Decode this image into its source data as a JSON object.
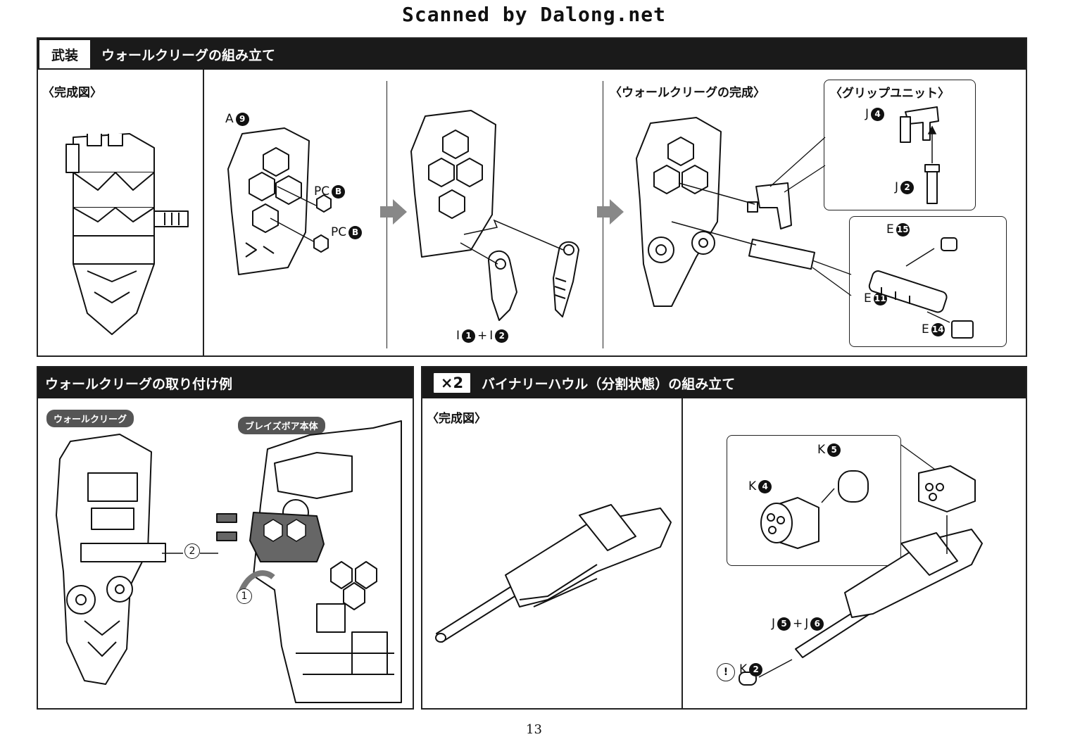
{
  "watermark": "Scanned by Dalong.net",
  "page_number": "13",
  "section1": {
    "tag": "武装",
    "title": "ウォールクリーグの組み立て",
    "complete_label": "〈完成図〉",
    "weapon_complete_label": "〈ウォールクリーグの完成〉",
    "grip_unit_label": "〈グリップユニット〉",
    "parts": {
      "a9": "A",
      "a9_num": "9",
      "pc_b1": "PC",
      "pc_b1_num": "B",
      "pc_b2": "PC",
      "pc_b2_num": "B",
      "i_combo_a": "I",
      "i_combo_a_num": "1",
      "i_plus": "+",
      "i_combo_b": "I",
      "i_combo_b_num": "2",
      "j4": "J",
      "j4_num": "4",
      "j2": "J",
      "j2_num": "2",
      "e15": "E",
      "e15_num": "15",
      "e11": "E",
      "e11_num": "11",
      "e14": "E",
      "e14_num": "14"
    }
  },
  "section2": {
    "title": "ウォールクリーグの取り付け例",
    "pill_weapon": "ウォールクリーグ",
    "pill_body": "ブレイズボア本体",
    "step1": "1",
    "step2": "2"
  },
  "section3": {
    "tag": "×2",
    "title": "バイナリーハウル（分割状態）の組み立て",
    "complete_label": "〈完成図〉",
    "parts": {
      "k5": "K",
      "k5_num": "5",
      "k4": "K",
      "k4_num": "4",
      "j56_a": "J",
      "j56_a_num": "5",
      "j56_plus": "+",
      "j56_b": "J",
      "j56_b_num": "6",
      "k2": "K",
      "k2_num": "2"
    },
    "caution_mark": "!"
  }
}
